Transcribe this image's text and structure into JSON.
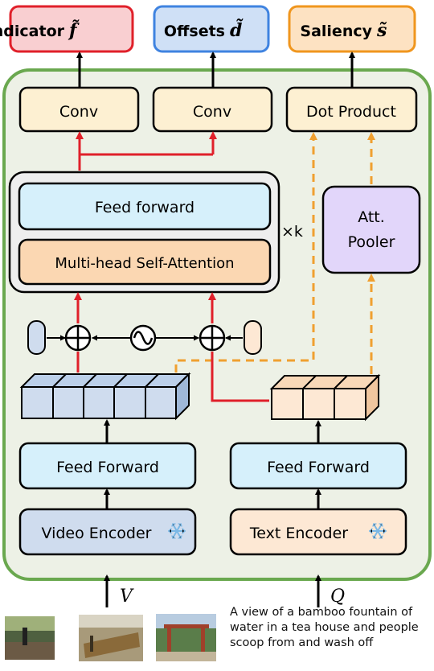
{
  "outputs": {
    "indicator": "Indicator",
    "indicator_symbol": "f̃",
    "offsets": "Offsets",
    "offsets_symbol": "d̃",
    "saliency": "Saliency",
    "saliency_symbol": "s̃"
  },
  "heads": {
    "conv_left": "Conv",
    "conv_right": "Conv",
    "dot_product": "Dot Product"
  },
  "transformer": {
    "feed_forward": "Feed forward",
    "self_attention": "Multi-head Self-Attention",
    "repeat": "×k"
  },
  "pooler": {
    "line1": "Att.",
    "line2": "Pooler"
  },
  "video_branch": {
    "feed_forward": "Feed Forward",
    "encoder": "Video Encoder",
    "input": "V"
  },
  "text_branch": {
    "feed_forward": "Feed Forward",
    "encoder": "Text Encoder",
    "input": "Q"
  },
  "query_text": "A view of a bamboo fountain of water in a tea house and people scoop from and wash off",
  "colors": {
    "indicator_border": "#e0202a",
    "indicator_fill": "#f9cfd1",
    "offsets_border": "#3f83e0",
    "offsets_fill": "#cfe0f6",
    "saliency_border": "#f0961e",
    "saliency_fill": "#fde2c2",
    "main_border": "#6aa84f",
    "main_fill": "#edf1e6",
    "conv_fill": "#fdf0d2",
    "ff_fill": "#d6f0fb",
    "attn_fill": "#fbd7b2",
    "pooler_fill": "#e2d6fa",
    "video_fill": "#cfdcee",
    "text_fill": "#fde8d4",
    "red_arrow": "#e0202a",
    "orange_dash": "#f0a030"
  },
  "icons": [
    "snowflake-icon",
    "add-icon",
    "position-embedding-icon"
  ]
}
